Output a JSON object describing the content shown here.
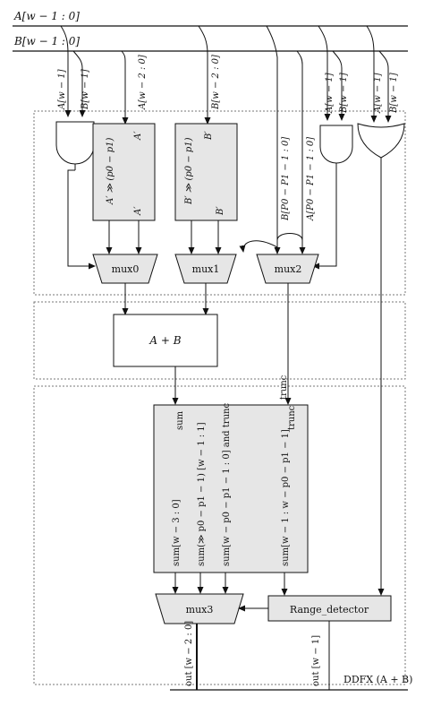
{
  "buses": {
    "a_bus": "A[w − 1 : 0]",
    "b_bus": "B[w − 1 : 0]"
  },
  "taps": {
    "a_msb_1": "A[w − 1]",
    "b_msb_1": "B[w − 1]",
    "a_low": "A[w − 2 : 0]",
    "b_low": "B[w − 2 : 0]",
    "a_msb_2": "A[w − 1]",
    "b_msb_2": "B[w − 1]",
    "a_msb_3": "A[w − 1]",
    "b_msb_3": "B[w − 1]",
    "b_pfield": "B[P0 − P1 − 1 : 0]",
    "a_pfield": "A[P0 − P1 − 1 : 0]"
  },
  "shift_a": {
    "top": "A′",
    "expr": "A′ ≫ (p0 − p1)",
    "bottom": "A′"
  },
  "shift_b": {
    "top": "B′",
    "expr": "B′ ≫ (p0 − p1)",
    "bottom": "B′"
  },
  "muxes": {
    "mux0": "mux0",
    "mux1": "mux1",
    "mux2": "mux2",
    "mux3": "mux3"
  },
  "adder": "A + B",
  "trunc_in": "trunc",
  "trunc_block": {
    "sum_in": "sum",
    "trunc_in": "trunc",
    "outputs": [
      "sum[w − 3 : 0]",
      "sum(≫ p0 − p1 − 1) [w − 1 : 1]",
      "sum[w − p0 − p1 − 1 : 0] and trunc",
      "sum[w − 1 : w − p0 − p1 − 1]"
    ]
  },
  "range_detector": "Range_detector",
  "outputs": {
    "out_low": "out [w − 2 : 0]",
    "out_msb": "out [w − 1]"
  },
  "ddfx": "DDFX (A + B)"
}
